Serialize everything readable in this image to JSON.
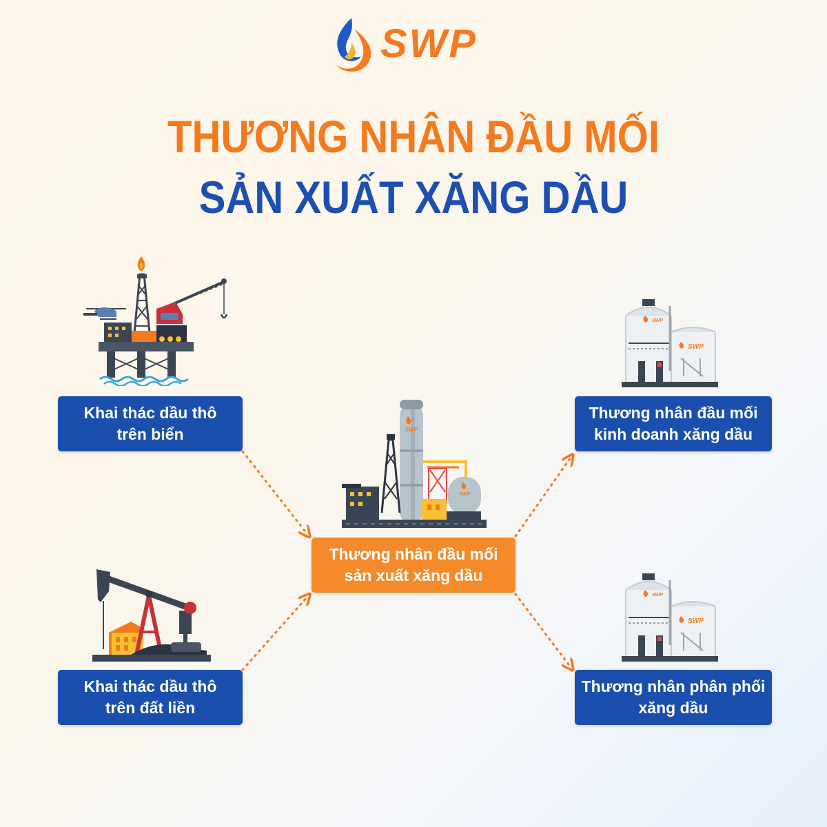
{
  "logo": {
    "text": "SWP",
    "icon": "flame-drop-icon"
  },
  "title": {
    "line1": "THƯƠNG NHÂN ĐẦU MỐI",
    "line2": "SẢN XUẤT XĂNG DẦU"
  },
  "nodes": {
    "offshore": {
      "line1": "Khai thác dầu thô",
      "line2": "trên biển",
      "icon": "offshore-oil-rig-icon"
    },
    "onshore": {
      "line1": "Khai thác dầu thô",
      "line2": "trên đất liền",
      "icon": "pump-jack-icon"
    },
    "producer": {
      "line1": "Thương nhân đầu mối",
      "line2": "sản xuất xăng dầu",
      "icon": "refinery-icon",
      "tank_label": "SWP"
    },
    "trader": {
      "line1": "Thương nhân đầu mối",
      "line2": "kinh doanh xăng dầu",
      "icon": "storage-tank-icon",
      "tank_label": "SWP"
    },
    "distributor": {
      "line1": "Thương nhân phân phối",
      "line2": "xăng dầu",
      "icon": "storage-tank-icon",
      "tank_label": "SWP"
    }
  },
  "colors": {
    "orange": "#f47a20",
    "blue": "#1a4fae",
    "box_orange": "#f58a2a"
  }
}
